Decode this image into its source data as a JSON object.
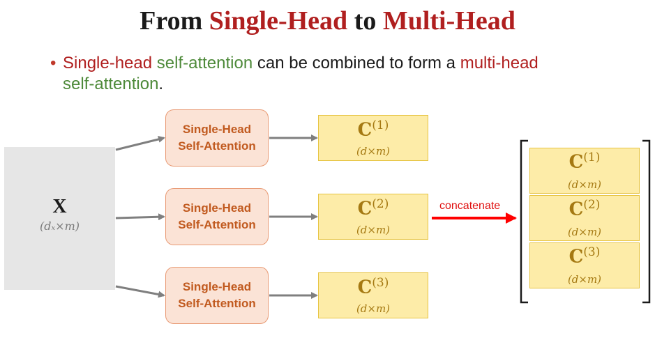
{
  "title": {
    "part1": "From ",
    "part2": "Single-Head",
    "part3": " to ",
    "part4": "Multi-Head"
  },
  "bullet": {
    "symbol": "•",
    "seg1": "Single-head",
    "seg2": " ",
    "seg3": "self-attention",
    "seg4": " can be combined to form a ",
    "seg5": "multi-head",
    "seg6": " ",
    "seg7": "self-attention",
    "seg8": "."
  },
  "input": {
    "label": "X",
    "dim": "(dₓ×m)"
  },
  "heads": [
    {
      "line1": "Single-Head",
      "line2": "Self-Attention"
    },
    {
      "line1": "Single-Head",
      "line2": "Self-Attention"
    },
    {
      "line1": "Single-Head",
      "line2": "Self-Attention"
    }
  ],
  "outputs": [
    {
      "name": "C",
      "sup": "(1)",
      "dim": "(d×m)"
    },
    {
      "name": "C",
      "sup": "(2)",
      "dim": "(d×m)"
    },
    {
      "name": "C",
      "sup": "(3)",
      "dim": "(d×m)"
    }
  ],
  "concat_label": "concatenate",
  "stacked": [
    {
      "name": "C",
      "sup": "(1)",
      "dim": "(d×m)"
    },
    {
      "name": "C",
      "sup": "(2)",
      "dim": "(d×m)"
    },
    {
      "name": "C",
      "sup": "(3)",
      "dim": "(d×m)"
    }
  ]
}
